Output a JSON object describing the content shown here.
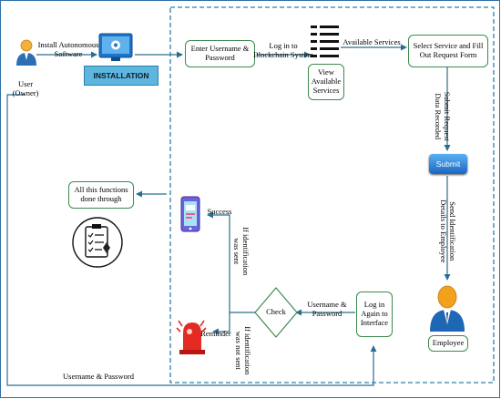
{
  "nodes": {
    "user": "User (Owner)",
    "install_software": "Install Autonomous Software",
    "installation": "INSTALLATION",
    "enter_credentials": "Enter Username & Password",
    "login_blockchain": "Log in to Blockchain System",
    "view_services": "View Available Services",
    "available_services": "Available Services",
    "select_service": "Select Service and Fill Out Request Form",
    "submit_request": "Submit Request Data Recorded",
    "submit": "Submit",
    "send_identification": "Send Identification Details to Employee",
    "employee": "Employee",
    "login_again": "Log in Again to Interface",
    "username_password_right": "Username & Password",
    "check": "Check",
    "if_sent": "If identification was sent",
    "if_not_sent": "If identification was not sent",
    "success": "Success",
    "reminder": "Reminder",
    "all_functions": "All this functions done through",
    "username_password_bottom": "Username & Password"
  },
  "colors": {
    "dashed_border": "#2f7fa8",
    "arrow": "#2c6e8e",
    "box_border": "#3c8a4e",
    "installation_fill": "#5cb6de",
    "submit_fill": "#1b66c2"
  },
  "icons": [
    "user-icon",
    "gear-monitor-icon",
    "list-icon",
    "employee-icon",
    "smartphone-icon",
    "alarm-icon",
    "checklist-icon"
  ]
}
